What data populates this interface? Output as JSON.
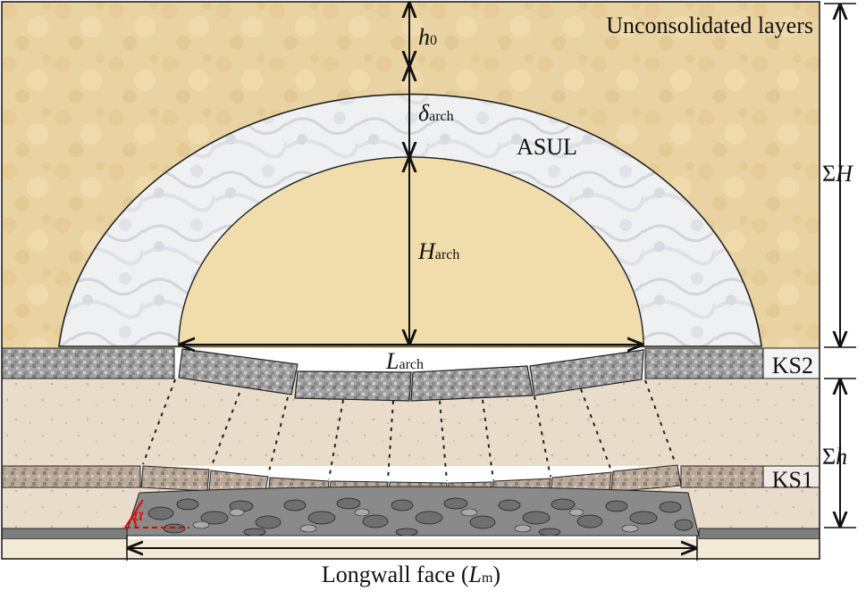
{
  "labels": {
    "unconsolidated": "Unconsolidated layers",
    "asul": "ASUL",
    "ks2": "KS2",
    "ks1": "KS1",
    "sum_H_sym": "Σ",
    "sum_H_var": "H",
    "sum_h_sym": "Σ",
    "sum_h_var": "h",
    "h0_var": "h",
    "h0_sub": "0",
    "delta_var": "δ",
    "delta_sub": "arch",
    "Harch_var": "H",
    "Harch_sub": "arch",
    "Larch_var": "L",
    "Larch_sub": "arch",
    "alpha": "α",
    "longwall_pre": "Longwall face (",
    "longwall_var": "L",
    "longwall_sub": "m",
    "longwall_post": ")"
  },
  "colors": {
    "sand": "#ead3a2",
    "arch_marble": "#eef0f2",
    "inner_sand": "#f1dcab",
    "rock_layer": "#e9dccb",
    "key_stratum": "#9a9a9a",
    "ks1_block": "#b7a79a",
    "gob_rock": "#707070",
    "coal_seam": "#7d7d7d",
    "alpha_red": "#e60000"
  }
}
